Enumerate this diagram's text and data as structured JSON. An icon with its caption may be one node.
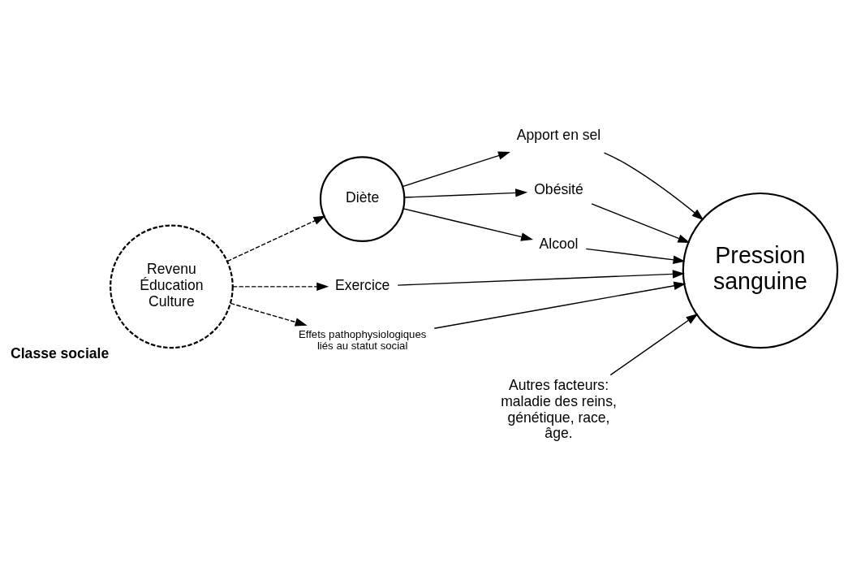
{
  "diagram": {
    "nodes": [
      {
        "text": [
          "Diète"
        ]
      },
      {
        "text": [
          "Apport en sel"
        ]
      },
      {
        "text": [
          "Obésité"
        ]
      },
      {
        "text": [
          "Alcool"
        ]
      },
      {
        "text": [
          "Pression sanguine"
        ]
      },
      {
        "text": [
          "Revenu",
          "Éducation",
          "Culture"
        ],
        "beside": [
          "Classe sociale"
        ]
      },
      {
        "text": [
          "Exercice"
        ]
      },
      {
        "text": [
          "Effets pathophysiologiques liés au statut social"
        ]
      },
      {
        "text": [
          "Autres facteurs: maladie des reins, génétique, race, âge."
        ]
      }
    ],
    "edges": [
      {
        "from": 0,
        "to": 1,
        "arrow": "to"
      },
      {
        "from": 0,
        "to": 2,
        "arrow": "to"
      },
      {
        "from": 0,
        "to": 3,
        "arrow": "to"
      },
      {
        "from": 1,
        "to": 4,
        "arrow": "to"
      },
      {
        "from": 2,
        "to": 4,
        "arrow": "to"
      },
      {
        "from": 3,
        "to": 4,
        "arrow": "to"
      },
      {
        "from": 5,
        "to": 0,
        "arrow": "to",
        "style": "dashed"
      },
      {
        "from": 5,
        "to": 6,
        "arrow": "to",
        "style": "dashed"
      },
      {
        "from": 5,
        "to": 7,
        "arrow": "to",
        "style": "dashed"
      },
      {
        "from": 6,
        "to": 4,
        "arrow": "to"
      },
      {
        "from": 7,
        "to": 4,
        "arrow": "to"
      },
      {
        "from": 8,
        "to": 4,
        "arrow": "to"
      }
    ]
  }
}
